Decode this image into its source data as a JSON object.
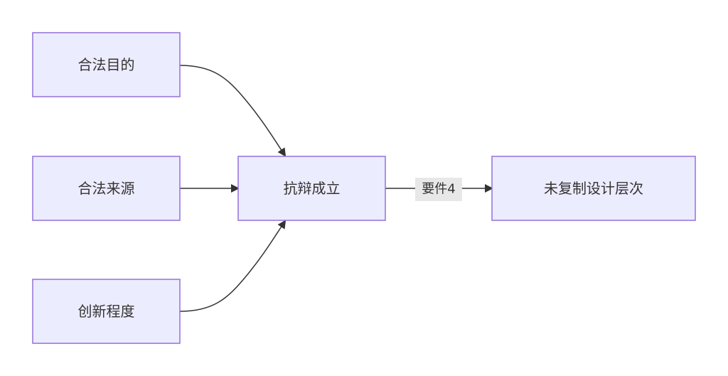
{
  "nodes": {
    "legal_purpose": "合法目的",
    "legal_source": "合法来源",
    "innovation_degree": "创新程度",
    "defense_established": "抗辩成立",
    "design_level_not_copied": "未复制设计层次"
  },
  "edges": {
    "e4_label": "要件4"
  }
}
